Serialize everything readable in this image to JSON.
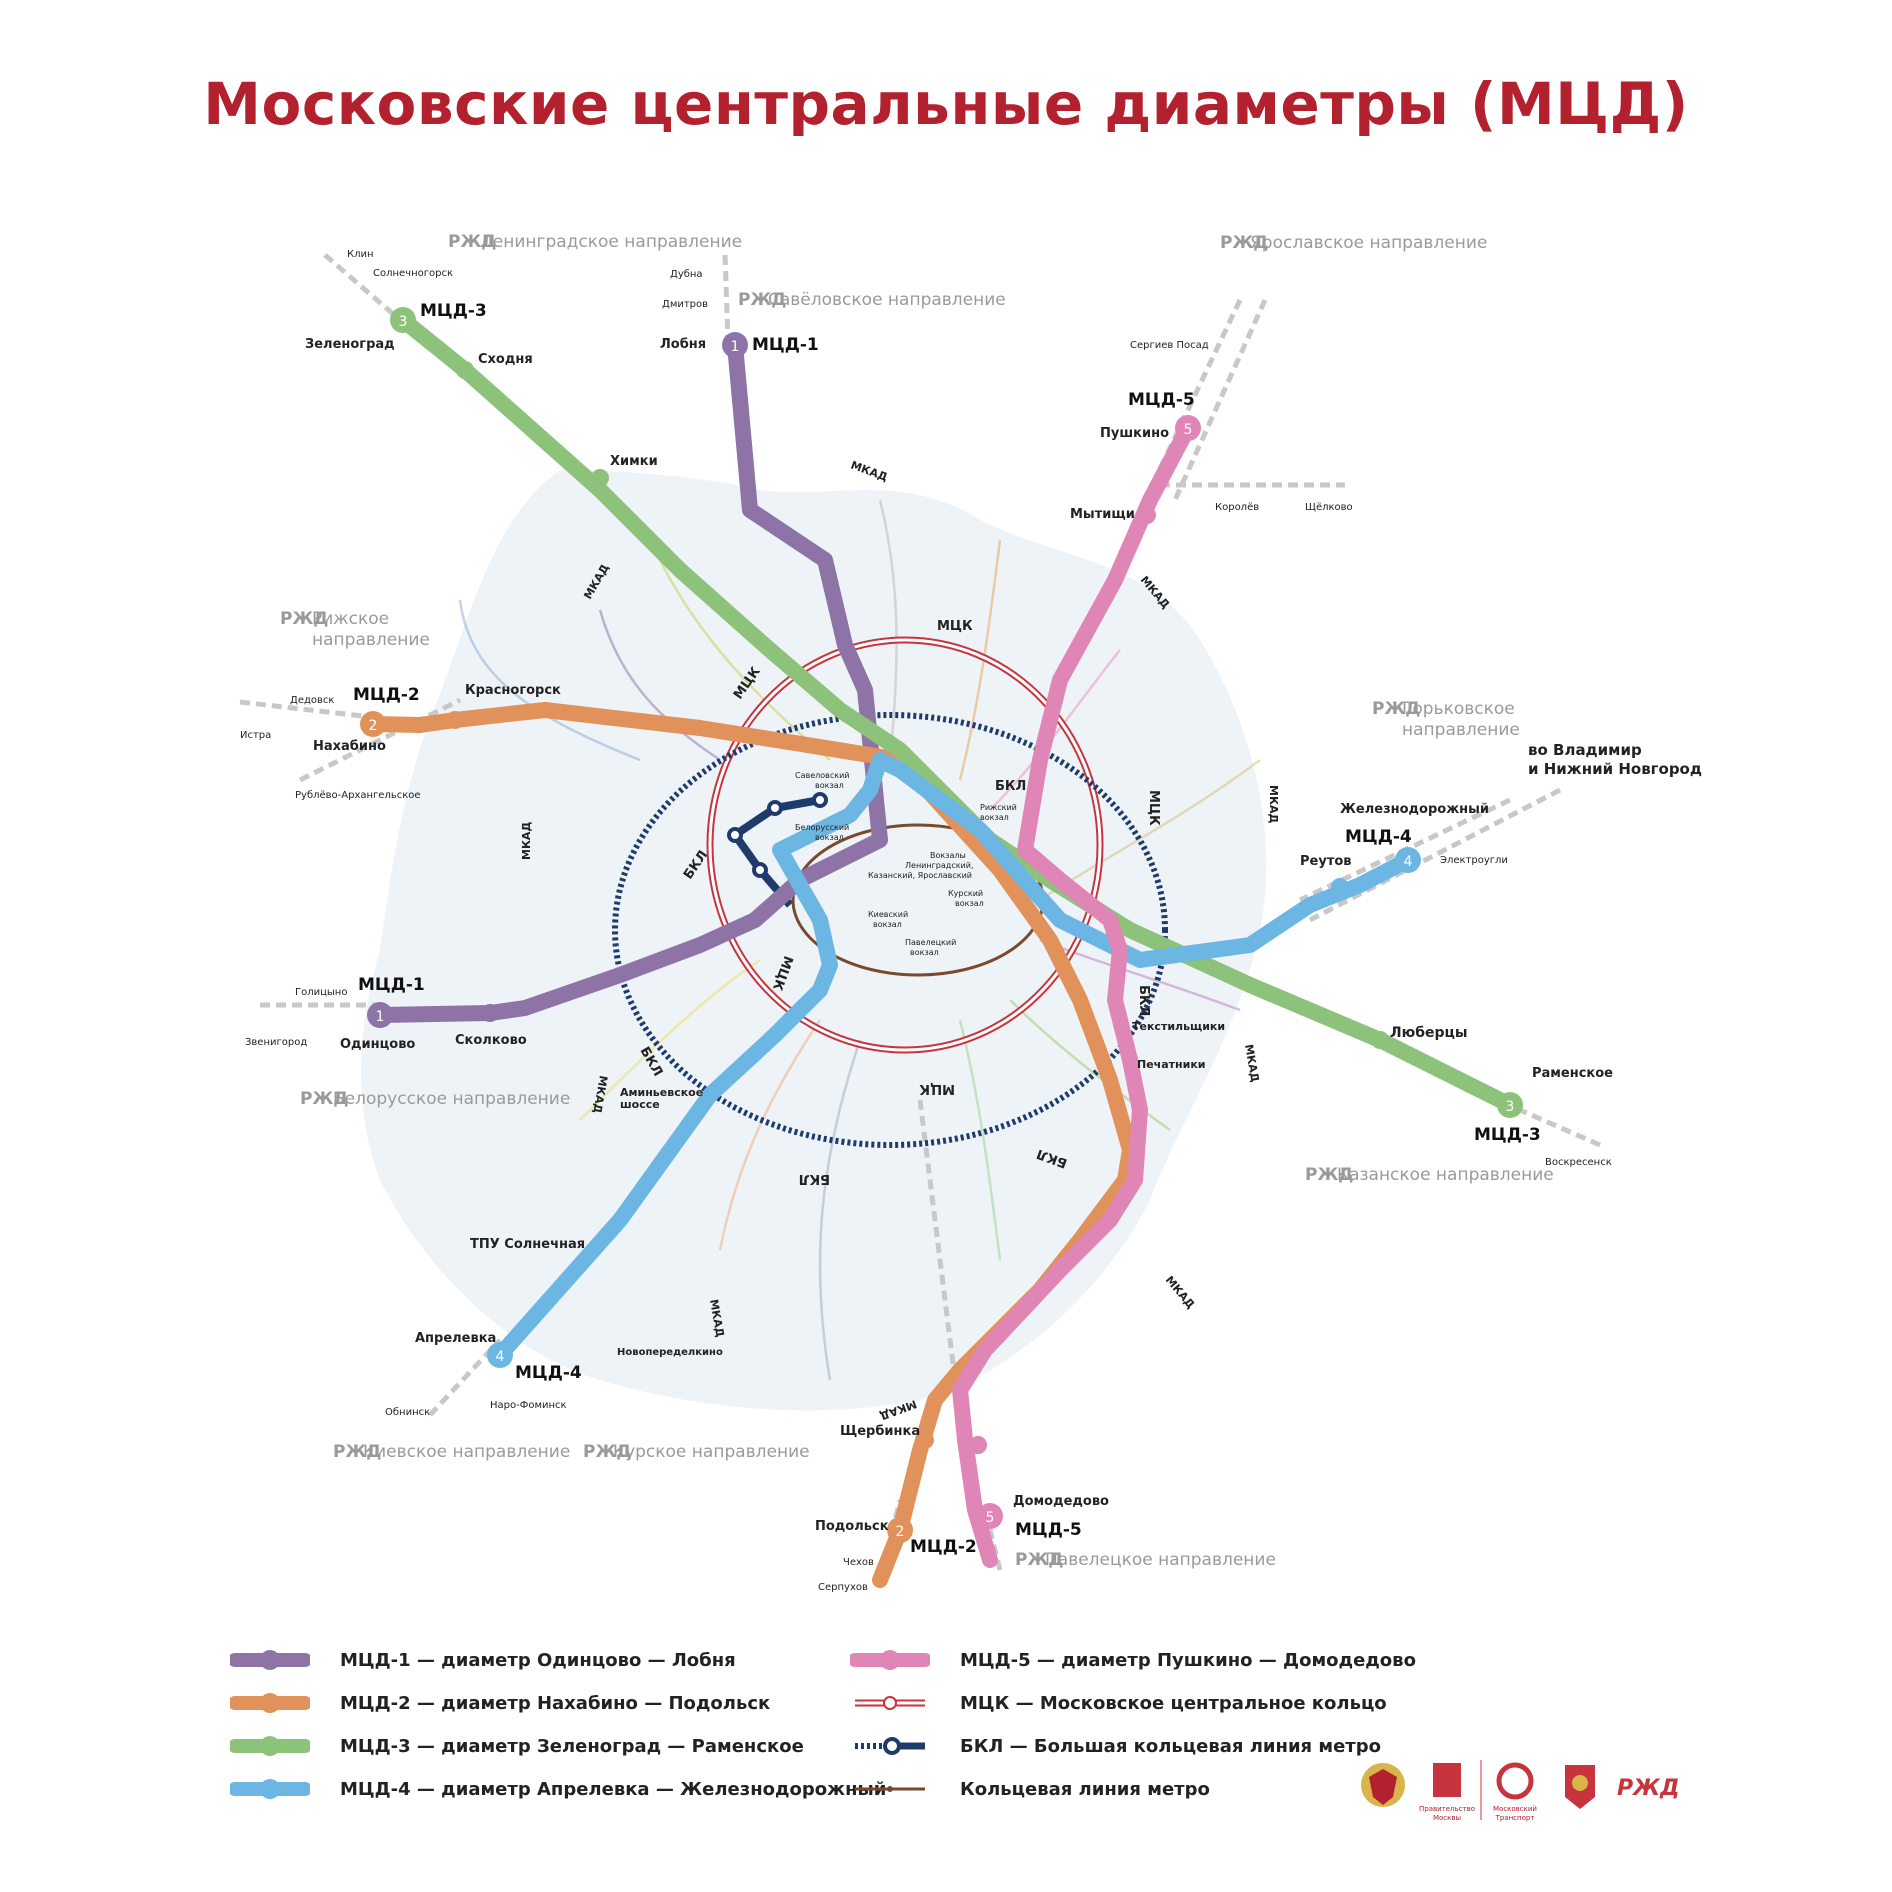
{
  "title": "Московские центральные диаметры (МЦД)",
  "colors": {
    "mcd1": "#8e74a6",
    "mcd2": "#e1925a",
    "mcd3": "#8cc27a",
    "mcd4": "#6cb6e4",
    "mcd5": "#df86b6",
    "mck": "#c8343d",
    "bkl": "#1f3b6b",
    "ring": "#7a4a2c",
    "title": "#b3202e",
    "direction": "#9a9a9a"
  },
  "directions": {
    "leningradskoe": "Ленинградское направление",
    "savelovskoe": "Савёловское направление",
    "yaroslavskoe": "Ярославское направление",
    "rizhskoe_1": "Рижское",
    "rizhskoe_2": "направление",
    "gorkovskoe_1": "Горьковское",
    "gorkovskoe_2": "направление",
    "belorusskoe": "Белорусское направление",
    "kazanskoe": "Казанское направление",
    "kievskoe": "Киевское направление",
    "kurskoe": "Курское направление",
    "paveletskoe": "Павелецкое направление",
    "vladimir_1": "во Владимир",
    "vladimir_2": "и Нижний Новгород"
  },
  "line_names": {
    "mcd1": "МЦД-1",
    "mcd2": "МЦД-2",
    "mcd3": "МЦД-3",
    "mcd4": "МЦД-4",
    "mcd5": "МЦД-5",
    "mck": "МЦК",
    "bkl": "БКЛ",
    "mkad": "МКАД"
  },
  "terminal_numbers": {
    "n1": "1",
    "n2": "2",
    "n3": "3",
    "n4": "4",
    "n5": "5"
  },
  "stations": {
    "klin": "Клин",
    "solnechnogorsk": "Солнечногорск",
    "zelenograd": "Зеленоград",
    "skhodnya": "Сходня",
    "khimki": "Химки",
    "dubna": "Дубна",
    "dmitrov": "Дмитров",
    "lobnya": "Лобня",
    "sergiev_posad": "Сергиев Посад",
    "pushkino": "Пушкино",
    "mytishchi": "Мытищи",
    "korolev": "Королёв",
    "shchelkovo": "Щёлково",
    "dedovsk": "Дедовск",
    "istra": "Истра",
    "nakhabino": "Нахабино",
    "krasnogorsk": "Красногорск",
    "rublevo": "Рублёво-Архангельское",
    "zheleznodorozhny": "Железнодорожный",
    "reutov": "Реутов",
    "elektrougli": "Электроугли",
    "golitsyno": "Голицыно",
    "zvenigorod": "Звенигород",
    "odintsovo": "Одинцово",
    "skolkovo": "Сколково",
    "aminyevskoe_1": "Аминьевское",
    "aminyevskoe_2": "шоссе",
    "tekstilshchiki": "Текстильщики",
    "pechatniki": "Печатники",
    "lyubertsy": "Люберцы",
    "ramenskoe": "Раменское",
    "voskresensk": "Воскресенск",
    "tpu_solnechnaya": "ТПУ Солнечная",
    "aprelevka": "Апрелевка",
    "obninsk": "Обнинск",
    "naro_fominsk": "Наро-Фоминск",
    "novoperedelkino": "Новопеределкино",
    "shcherbinka": "Щербинка",
    "domodedovo": "Домодедово",
    "podolsk": "Подольск",
    "chekhov": "Чехов",
    "serpukhov": "Серпухов"
  },
  "stations_center": {
    "savelovsky_1": "Савеловский",
    "savelovsky_2": "вокзал",
    "rizhsky_1": "Рижский",
    "rizhsky_2": "вокзал",
    "belorussky_1": "Белорусский",
    "belorussky_2": "вокзал",
    "vokzaly_1": "Вокзалы",
    "vokzaly_2": "Ленинградский,",
    "vokzaly_3": "Казанский, Ярославский",
    "kursky_1": "Курский",
    "kursky_2": "вокзал",
    "kievsky_1": "Киевский",
    "kievsky_2": "вокзал",
    "paveletsky_1": "Павелецкий",
    "paveletsky_2": "вокзал"
  },
  "legend": {
    "mcd1": "МЦД-1 — диаметр Одинцово — Лобня",
    "mcd2": "МЦД-2 — диаметр Нахабино — Подольск",
    "mcd3": "МЦД-3 — диаметр Зеленоград — Раменское",
    "mcd4": "МЦД-4 — диаметр Апрелевка — Железнодорожный",
    "mcd5": "МЦД-5 — диаметр Пушкино — Домодедово",
    "mck": "МЦК — Московское центральное кольцо",
    "bkl": "БКЛ — Большая кольцевая линия метро",
    "ring": "Кольцевая линия метро"
  },
  "logos": {
    "rzd": "РЖД",
    "moscow_gov_1": "Правительство",
    "moscow_gov_2": "Москвы",
    "mos_transport_1": "Московский",
    "mos_transport_2": "Транспорт"
  }
}
